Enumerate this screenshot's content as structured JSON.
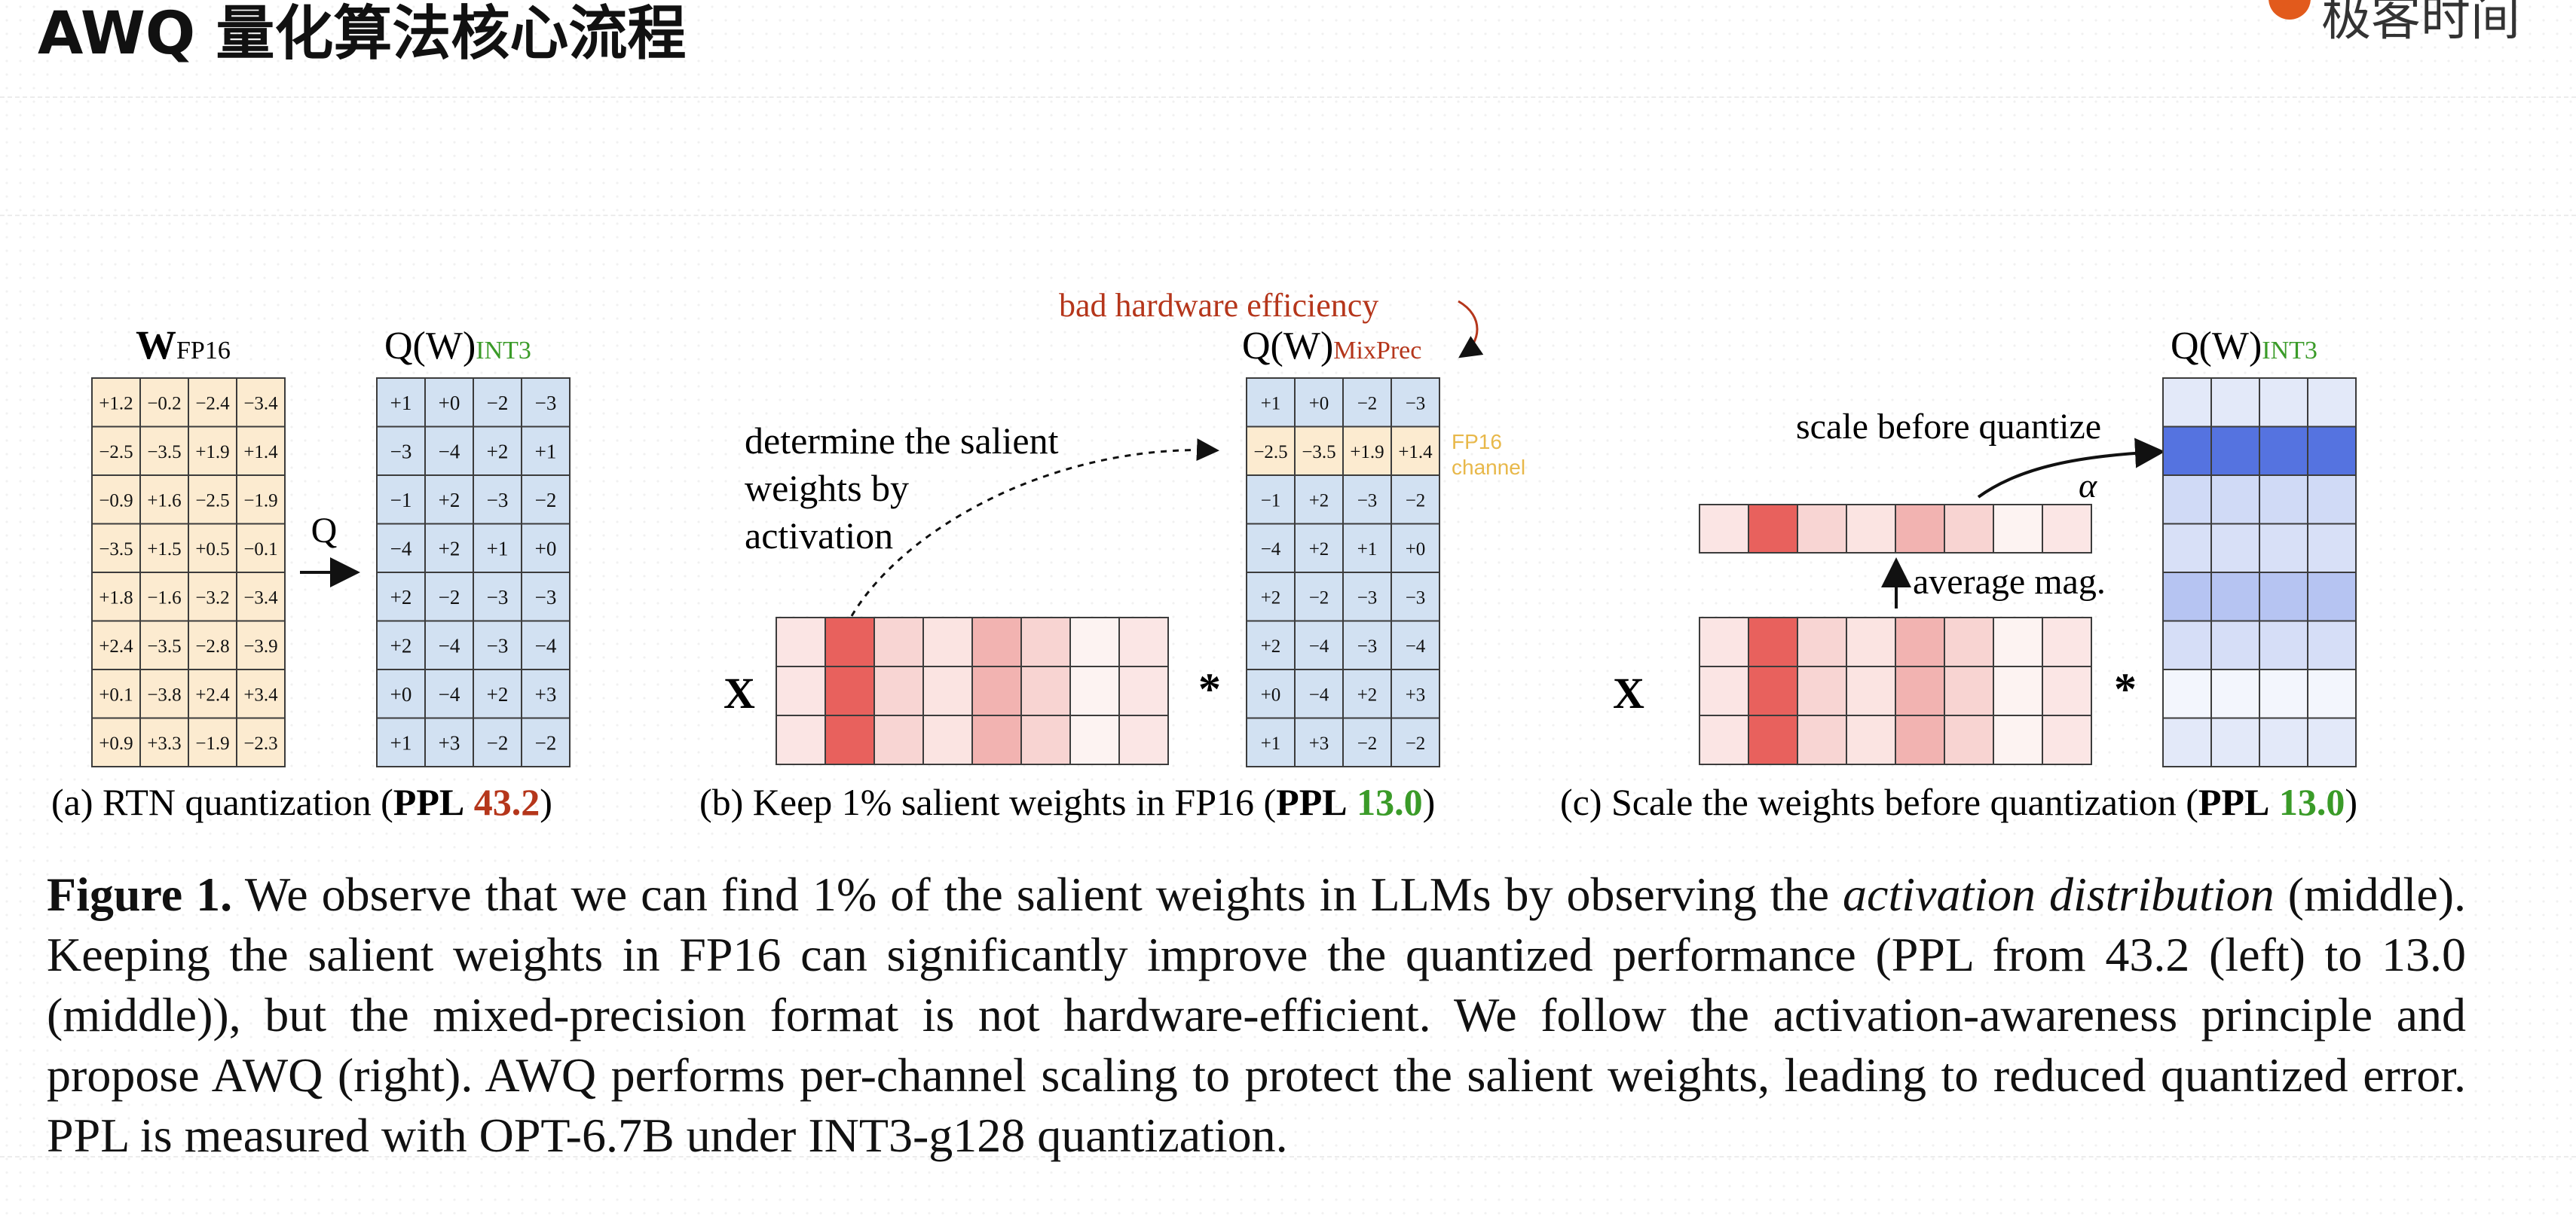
{
  "page_title": "AWQ 量化算法核心流程",
  "logo_text": "极客时间",
  "colors": {
    "weight_cell": "#fcebd0",
    "quant_cell": "#d2e1f2",
    "fp16_row": "#fcebd0",
    "grid_line": "#3c3c3c",
    "red_text": "#b5361b",
    "green_text": "#3a9b28",
    "fp16_label": "#e8b84a"
  },
  "panel_a": {
    "w_label_main": "W",
    "w_label_sub": "FP16",
    "q_label_main": "Q(W)",
    "q_label_sub": "INT3",
    "arrow_label": "Q",
    "w_matrix": [
      [
        "+1.2",
        "−0.2",
        "−2.4",
        "−3.4"
      ],
      [
        "−2.5",
        "−3.5",
        "+1.9",
        "+1.4"
      ],
      [
        "−0.9",
        "+1.6",
        "−2.5",
        "−1.9"
      ],
      [
        "−3.5",
        "+1.5",
        "+0.5",
        "−0.1"
      ],
      [
        "+1.8",
        "−1.6",
        "−3.2",
        "−3.4"
      ],
      [
        "+2.4",
        "−3.5",
        "−2.8",
        "−3.9"
      ],
      [
        "+0.1",
        "−3.8",
        "+2.4",
        "+3.4"
      ],
      [
        "+0.9",
        "+3.3",
        "−1.9",
        "−2.3"
      ]
    ],
    "q_matrix": [
      [
        "+1",
        "+0",
        "−2",
        "−3"
      ],
      [
        "−3",
        "−4",
        "+2",
        "+1"
      ],
      [
        "−1",
        "+2",
        "−3",
        "−2"
      ],
      [
        "−4",
        "+2",
        "+1",
        "+0"
      ],
      [
        "+2",
        "−2",
        "−3",
        "−3"
      ],
      [
        "+2",
        "−4",
        "−3",
        "−4"
      ],
      [
        "+0",
        "−4",
        "+2",
        "+3"
      ],
      [
        "+1",
        "+3",
        "−2",
        "−2"
      ]
    ],
    "caption_prefix": "(a) RTN quantization (",
    "caption_ppl": "PPL",
    "caption_value": "43.2",
    "caption_suffix": ")"
  },
  "panel_b": {
    "bad_hw_label": "bad hardware efficiency",
    "q_label_main": "Q(W)",
    "q_label_sub": "MixPrec",
    "salient_label_line1": "determine the salient",
    "salient_label_line2": "weights by",
    "salient_label_line3": "activation",
    "fp16_channel_line1": "FP16",
    "fp16_channel_line2": "channel",
    "x_label": "X",
    "mult_sign": "*",
    "q_matrix": [
      [
        "+1",
        "+0",
        "−2",
        "−3"
      ],
      [
        "−2.5",
        "−3.5",
        "+1.9",
        "+1.4"
      ],
      [
        "−1",
        "+2",
        "−3",
        "−2"
      ],
      [
        "−4",
        "+2",
        "+1",
        "+0"
      ],
      [
        "+2",
        "−2",
        "−3",
        "−3"
      ],
      [
        "+2",
        "−4",
        "−3",
        "−4"
      ],
      [
        "+0",
        "−4",
        "+2",
        "+3"
      ],
      [
        "+1",
        "+3",
        "−2",
        "−2"
      ]
    ],
    "fp16_row_index": 1,
    "activation_colors": [
      [
        "#fbe5e4",
        "#e8615d",
        "#f8d5d3",
        "#fbe4e2",
        "#f2b3b1",
        "#f8d4d2",
        "#fdf3f2",
        "#fbe6e5"
      ],
      [
        "#fbe5e4",
        "#e8615d",
        "#f8d5d3",
        "#fbe4e2",
        "#f2b3b1",
        "#f8d4d2",
        "#fdf3f2",
        "#fbe6e5"
      ],
      [
        "#fbe5e4",
        "#e8615d",
        "#f8d5d3",
        "#fbe4e2",
        "#f2b3b1",
        "#f8d4d2",
        "#fdf3f2",
        "#fbe6e5"
      ]
    ],
    "caption_prefix": "(b) Keep 1% salient weights in FP16 (",
    "caption_ppl": "PPL",
    "caption_value": "13.0",
    "caption_suffix": ")"
  },
  "panel_c": {
    "scale_label": "scale before quantize",
    "alpha_label": "α",
    "avg_label": "average mag.",
    "x_label": "X",
    "mult_sign": "*",
    "q_label_main": "Q(W)",
    "q_label_sub": "INT3",
    "avg_colors": [
      "#fbe5e4",
      "#e8615d",
      "#f8d5d3",
      "#fbe4e2",
      "#f2b3b1",
      "#f8d4d2",
      "#fdf3f2",
      "#fbe6e5"
    ],
    "activation_colors": [
      [
        "#fbe5e4",
        "#e8615d",
        "#f8d5d3",
        "#fbe4e2",
        "#f2b3b1",
        "#f8d4d2",
        "#fdf3f2",
        "#fbe6e5"
      ],
      [
        "#fbe5e4",
        "#e8615d",
        "#f8d5d3",
        "#fbe4e2",
        "#f2b3b1",
        "#f8d4d2",
        "#fdf3f2",
        "#fbe6e5"
      ],
      [
        "#fbe5e4",
        "#e8615d",
        "#f8d5d3",
        "#fbe4e2",
        "#f2b3b1",
        "#f8d4d2",
        "#fdf3f2",
        "#fbe6e5"
      ]
    ],
    "weight_row_colors": [
      "#e3e9f9",
      "#5573e0",
      "#d0daf6",
      "#d8e0f7",
      "#b6c4f2",
      "#d6def7",
      "#f3f6fd",
      "#e3e9f9"
    ],
    "caption_prefix": "(c) Scale the weights before quantization (",
    "caption_ppl": "PPL",
    "caption_value": "13.0",
    "caption_suffix": ")"
  },
  "figure_caption": {
    "label": "Figure 1.",
    "text_a": " We observe that we can find 1% of the salient weights in LLMs by observing the ",
    "text_italic": "activation distribution",
    "text_b": " (middle). Keeping the salient weights in FP16 can significantly improve the quantized performance (PPL from 43.2 (left) to 13.0 (middle)), but the mixed-precision format is not hardware-efficient. We follow the activation-awareness principle and propose AWQ (right). AWQ performs per-channel scaling to protect the salient weights, leading to reduced quantized error. PPL is measured with OPT-6.7B under INT3-g128 quantization."
  }
}
